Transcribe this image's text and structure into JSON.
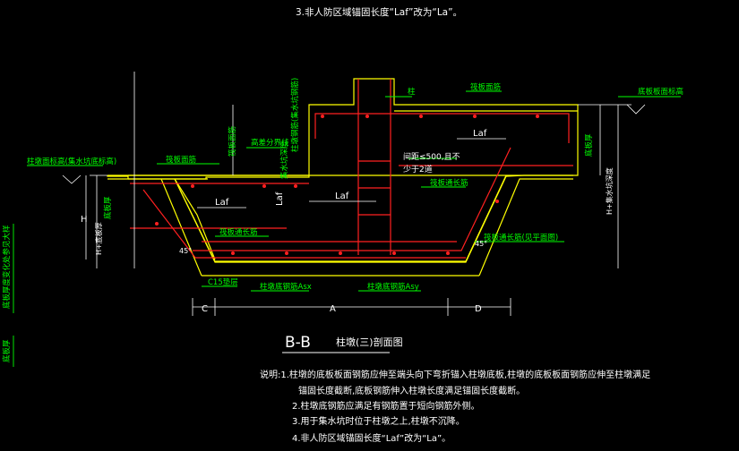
{
  "top_note": "3.非人防区域锚固长度“Laf”改为“La”。",
  "section_title": "B-B",
  "section_subtitle": "柱墩(三)剖面图",
  "labels": {
    "top_bar_left": "筏板面筋",
    "top_bar_right": "筏板面筋",
    "floor_level": "底板板面标高",
    "pit_bottom": "柱墩面标高(集水坑底标高)",
    "thickness_left": "底板厚",
    "thickness_right": "底板厚",
    "slope_note": "高差分界线",
    "raft_note": "筏板面筋",
    "vertical_note_1": "柱墩钢筋(集水坑钢筋)",
    "vertical_note_2": "集水坑深度",
    "distance_note": "间距≤500,且不",
    "distance_note_2": "少于2道",
    "bottom_through": "筏板通长筋",
    "bottom_through_2": "筏板通长筋",
    "right_through": "筏板通长筋(见平面图)",
    "column": "柱",
    "c15": "C15垫层",
    "asx": "柱墩底钢筋Asx",
    "asy": "柱墩底钢筋Asy",
    "h_label": "H",
    "h_plus": "H+底板厚",
    "h_plus_right": "H+集水坑深度",
    "laf": "Laf",
    "laf_vert": "Laf",
    "lae": "Laf",
    "dim_c": "C",
    "dim_a": "A",
    "dim_d": "D",
    "angle_45_left": "45°",
    "angle_45_right": "45°",
    "left_vertical": "底板厚度变化处参见大样",
    "left_vertical_2": "底板厚"
  },
  "notes": {
    "n1": "说明:1.柱墩的底板板面钢筋应伸至端头向下弯折锚入柱墩底板,柱墩的底板板面钢筋应伸至柱墩满足",
    "n1b": "锚固长度截断,底板钢筋伸入柱墩长度满足锚固长度截断。",
    "n2": "2.柱墩底钢筋应满足有钢筋置于短向钢筋外侧。",
    "n3": "3.用于集水坑时位于柱墩之上,柱墩不沉降。",
    "n4": "4.非人防区域锚固长度“Laf”改为“La”。"
  },
  "colors": {
    "background": "#000000",
    "concrete": "#ffff00",
    "rebar": "#ff2020",
    "label": "#00ff00",
    "dimension": "#ffffff"
  }
}
